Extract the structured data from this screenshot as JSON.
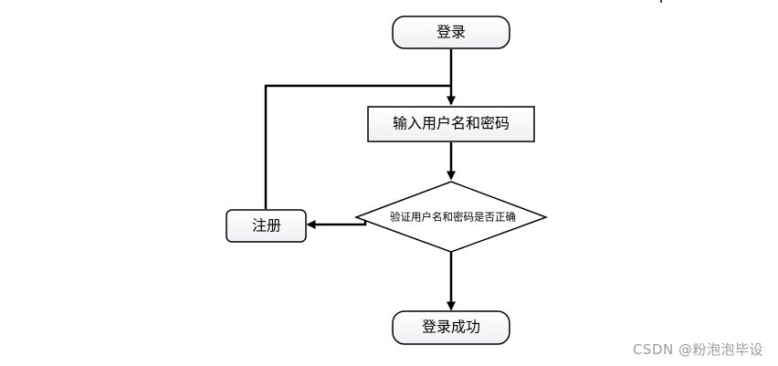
{
  "diagram": {
    "start_label": "登录",
    "input_label": "输入用户名和密码",
    "decision_label": "验证用户名和密码是否正确",
    "register_label": "注册",
    "success_label": "登录成功"
  },
  "watermark": "CSDN @粉泡泡毕设",
  "colors": {
    "stroke": "#000000",
    "fill_top": "#ffffff",
    "fill_bottom": "#eef0f3",
    "watermark": "#9b9b9b"
  }
}
